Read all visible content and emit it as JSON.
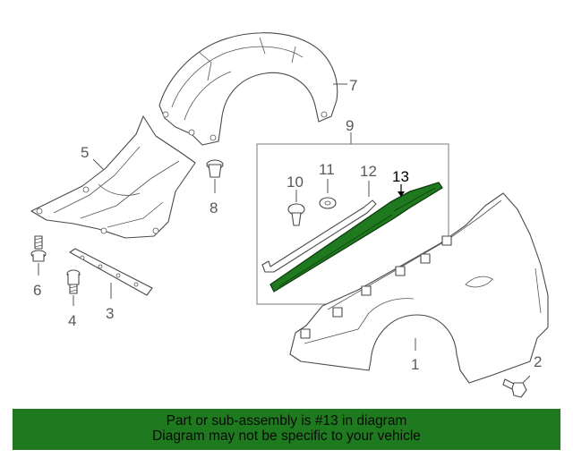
{
  "callouts": {
    "c1": "1",
    "c2": "2",
    "c3": "3",
    "c4": "4",
    "c5": "5",
    "c6": "6",
    "c7": "7",
    "c8": "8",
    "c9": "9",
    "c10": "10",
    "c11": "11",
    "c12": "12",
    "c13": "13"
  },
  "highlight_color": "#1f7a1f",
  "footer": {
    "line1": "Part or sub-assembly is #13 in diagram",
    "line2": "Diagram may not be specific to your vehicle"
  }
}
